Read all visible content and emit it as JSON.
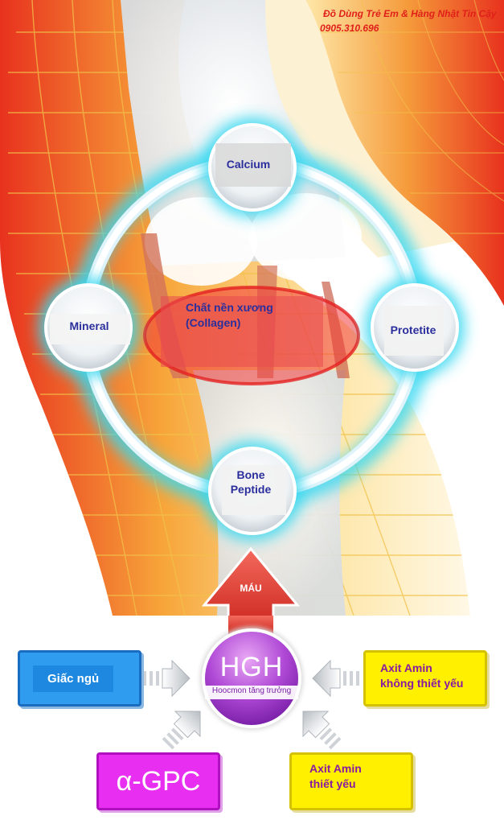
{
  "header": {
    "shop_name": "Đồ Dùng Trẻ Em & Hàng Nhật Tin Cậy",
    "phone": "0905.310.696"
  },
  "nodes": {
    "calcium": "Calcium",
    "mineral": "Mineral",
    "protetite": "Protetite",
    "bone_peptide_line1": "Bone",
    "bone_peptide_line2": "Peptide",
    "collagen_line1": "Chất nền xương",
    "collagen_line2": "(Collagen)"
  },
  "arrow": {
    "label": "MÁU"
  },
  "hgh": {
    "title": "HGH",
    "subtitle": "Hoocmon tăng trưởng"
  },
  "factors": {
    "sleep": "Giấc ngủ",
    "agpc": "α-GPC",
    "axit_nonessential_line1": "Axit Amin",
    "axit_nonessential_line2": "không thiết yếu",
    "axit_essential_line1": "Axit Amin",
    "axit_essential_line2": "thiết yếu"
  },
  "colors": {
    "heat_red": "#e8321e",
    "glow_cyan": "#38d8f0",
    "label_blue": "#2b2f9c",
    "hgh_purple": "#a53fd0",
    "sleep_blue": "#1e88e0",
    "agpc_magenta": "#e020e8",
    "amino_yellow": "#f7e400",
    "blood_red": "#e8403a"
  }
}
